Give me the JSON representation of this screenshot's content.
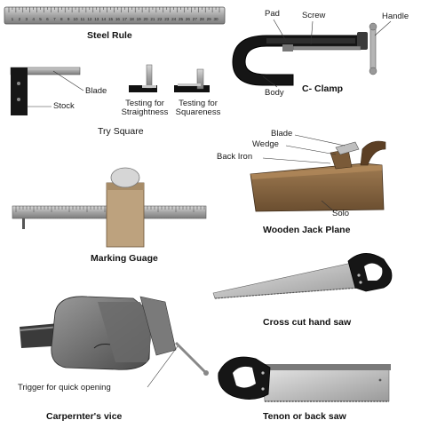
{
  "steel_rule": {
    "title": "Steel Rule",
    "scale_numbers": [
      "1",
      "2",
      "3",
      "4",
      "5",
      "6",
      "7",
      "8",
      "9",
      "10",
      "11",
      "12",
      "13",
      "14",
      "15",
      "16",
      "17",
      "18",
      "19",
      "20",
      "21",
      "22",
      "23",
      "24",
      "25",
      "26",
      "27",
      "28",
      "29",
      "30"
    ]
  },
  "c_clamp": {
    "title": "C- Clamp",
    "labels": {
      "pad": "Pad",
      "screw": "Screw",
      "handle": "Handle",
      "body": "Body"
    }
  },
  "try_square": {
    "title": "Try Square",
    "labels": {
      "blade": "Blade",
      "stock": "Stock"
    },
    "test_straightness": "Testing for\nStraightness",
    "test_squareness": "Testing for\nSquareness"
  },
  "jack_plane": {
    "title": "Wooden Jack Plane",
    "labels": {
      "blade": "Blade",
      "wedge": "Wedge",
      "back_iron": "Back Iron",
      "solo": "Solo"
    }
  },
  "marking_gauge": {
    "title": "Marking Guage"
  },
  "cross_cut_saw": {
    "title": "Cross cut hand saw"
  },
  "vice": {
    "title": "Carpernter's vice",
    "labels": {
      "trigger": "Trigger for quick opening"
    }
  },
  "tenon_saw": {
    "title": "Tenon or back saw"
  },
  "colors": {
    "metal": "#a9a9a9",
    "dark": "#1b1b1b",
    "wood": "#8a6a45",
    "ink": "#222222"
  }
}
